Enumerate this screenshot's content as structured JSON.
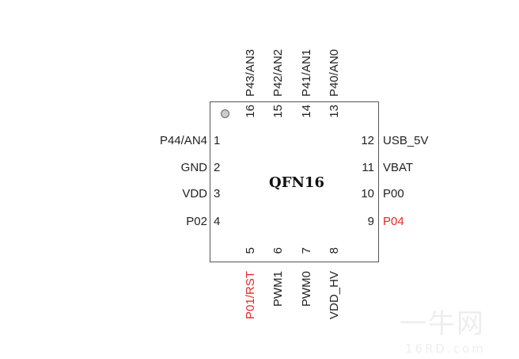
{
  "chip": {
    "name": "QFN16"
  },
  "top_pins": [
    {
      "num": "16",
      "label": "P43/AN3"
    },
    {
      "num": "15",
      "label": "P42/AN2"
    },
    {
      "num": "14",
      "label": "P41/AN1"
    },
    {
      "num": "13",
      "label": "P40/AN0"
    }
  ],
  "left_pins": [
    {
      "num": "1",
      "label": "P44/AN4"
    },
    {
      "num": "2",
      "label": "GND"
    },
    {
      "num": "3",
      "label": "VDD"
    },
    {
      "num": "4",
      "label": "P02"
    }
  ],
  "right_pins": [
    {
      "num": "12",
      "label": "USB_5V"
    },
    {
      "num": "11",
      "label": "VBAT"
    },
    {
      "num": "10",
      "label": "P00"
    },
    {
      "num": "9",
      "label": "P04"
    }
  ],
  "bottom_pins": [
    {
      "num": "5",
      "label": "P01/RST"
    },
    {
      "num": "6",
      "label": "PWM1"
    },
    {
      "num": "7",
      "label": "PWM0"
    },
    {
      "num": "8",
      "label": "VDD_HV"
    }
  ],
  "colors": {
    "highlight": "#e8262b",
    "outline": "#555555"
  },
  "watermark": {
    "cn": "一牛网",
    "en": "16RD.com"
  }
}
